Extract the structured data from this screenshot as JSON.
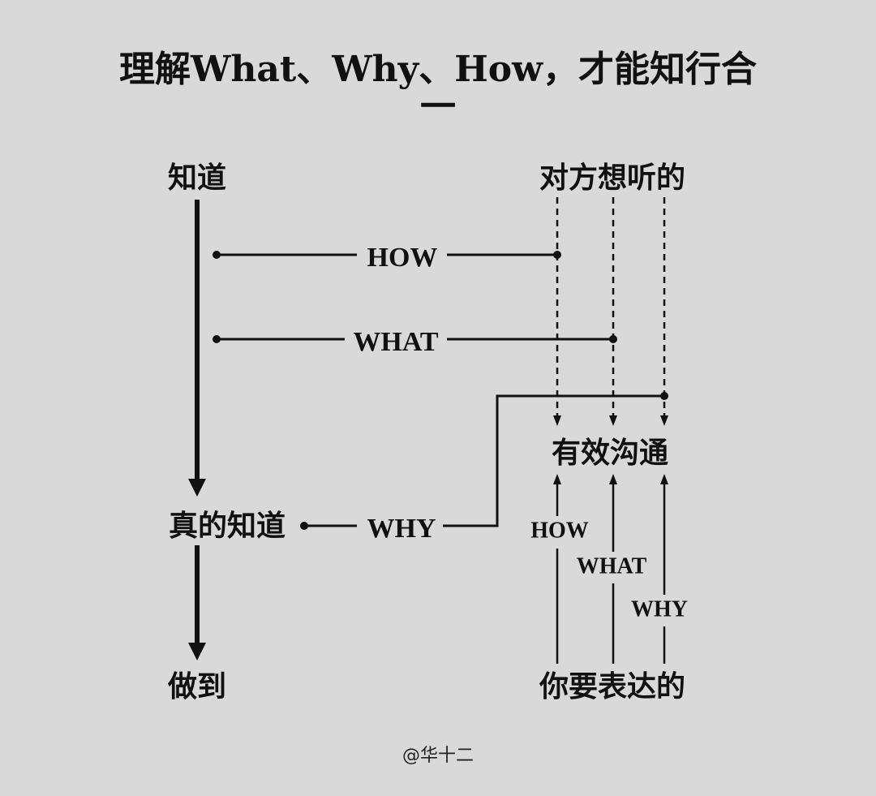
{
  "title": {
    "line1": "理解What、Why、How，才能知行合",
    "line2": "一"
  },
  "nodes": {
    "know": "知道",
    "truly_know": "真的知道",
    "do": "做到",
    "they_want_hear": "对方想听的",
    "effective_comm": "有效沟通",
    "you_express": "你要表达的"
  },
  "edges": {
    "how": "HOW",
    "what": "WHAT",
    "why": "WHY",
    "how_up": "HOW",
    "what_up": "WHAT",
    "why_up": "WHY"
  },
  "credit": "@华十二"
}
